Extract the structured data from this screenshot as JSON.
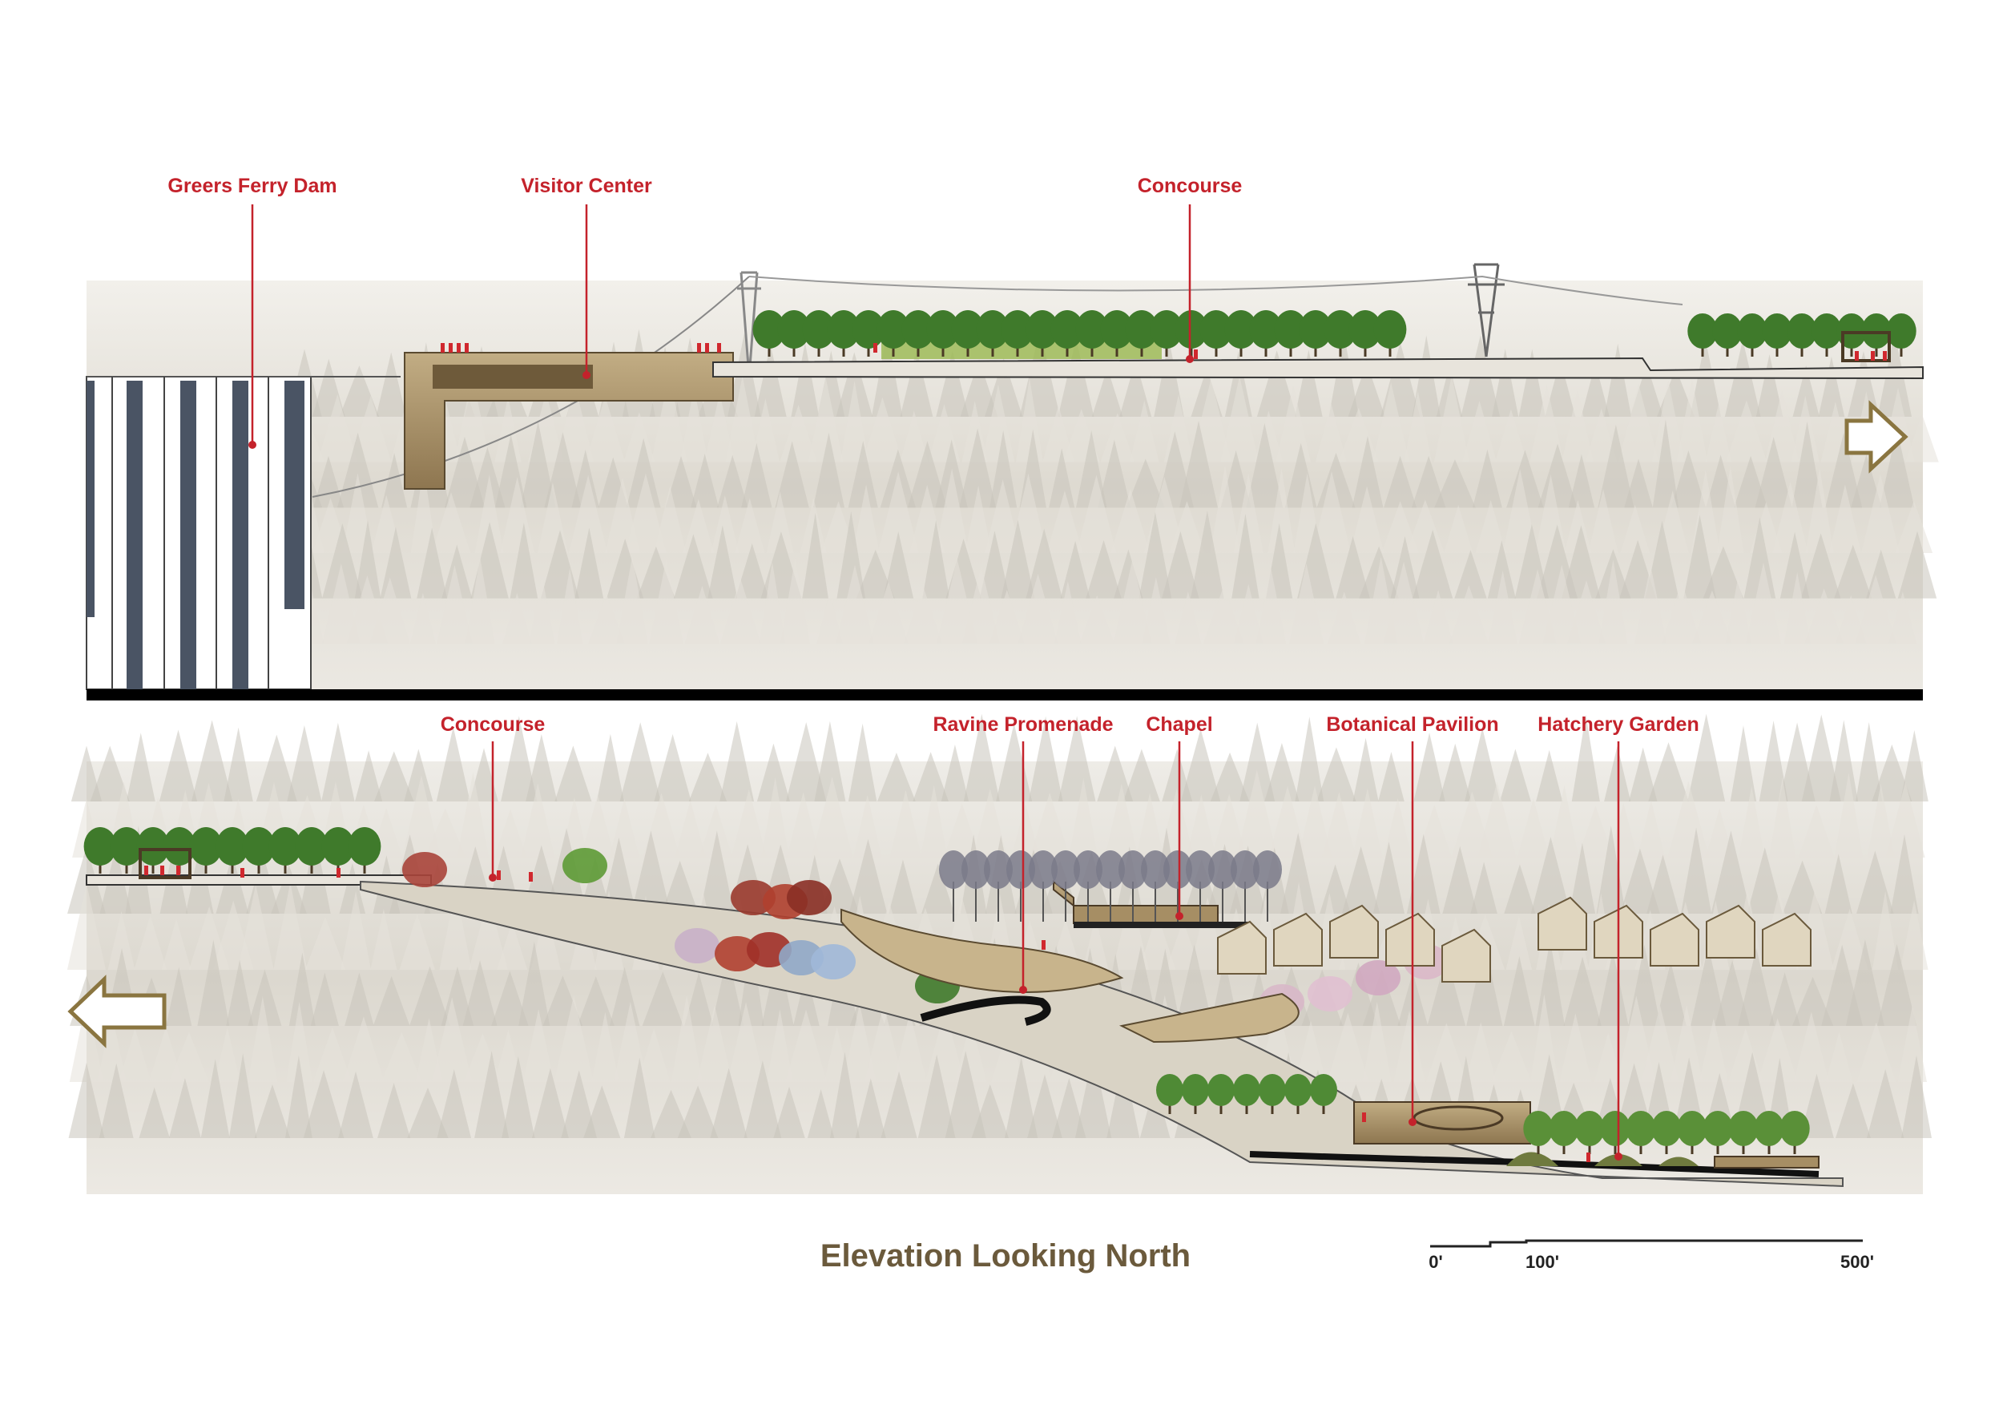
{
  "upper_panel": {
    "labels": {
      "dam": "Greers Ferry Dam",
      "visitor_center": "Visitor Center",
      "concourse": "Concourse"
    },
    "direction_arrow": "arrow-right-icon"
  },
  "lower_panel": {
    "labels": {
      "concourse": "Concourse",
      "ravine_promenade": "Ravine Promenade",
      "chapel": "Chapel",
      "botanical_pavilion": "Botanical Pavilion",
      "hatchery_garden": "Hatchery Garden"
    },
    "direction_arrow": "arrow-left-icon"
  },
  "title": "Elevation Looking North",
  "scale_bar": {
    "ticks": [
      "0'",
      "100'",
      "500'"
    ]
  },
  "colors": {
    "label_red": "#c4222b",
    "title_brown": "#6b5a3c",
    "structure_tan": "#a68e64",
    "tree_green": "#3f7a2b",
    "forest_fog": "#d8d4cb",
    "dam_slate": "#4a5464"
  }
}
